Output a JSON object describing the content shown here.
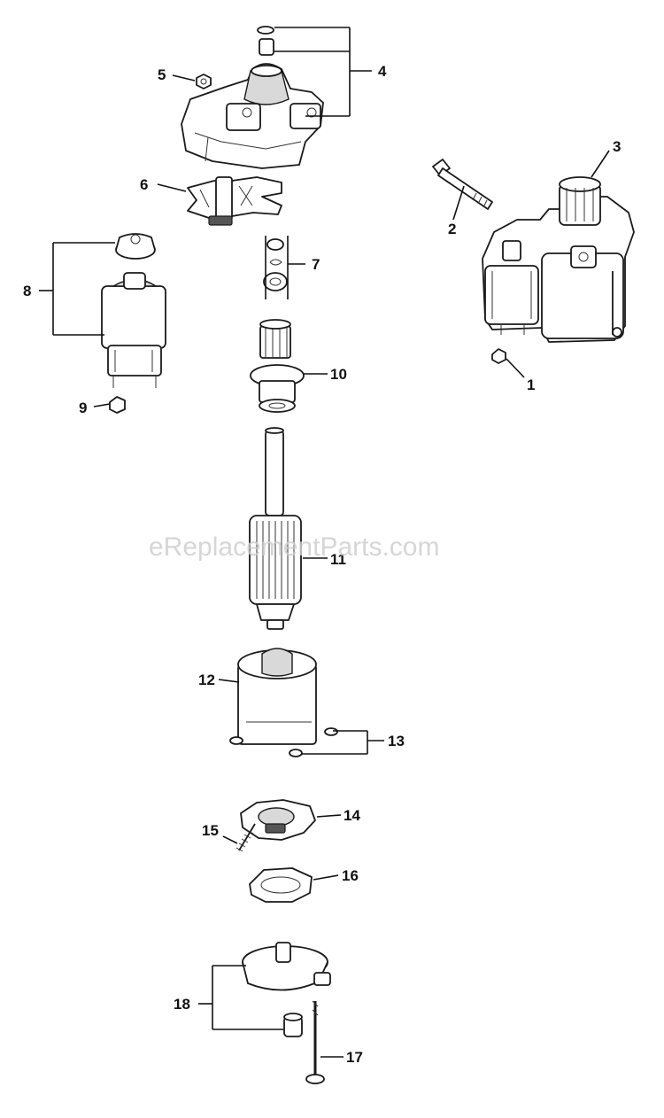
{
  "watermark": "eReplacementParts.com",
  "callouts": {
    "c1": "1",
    "c2": "2",
    "c3": "3",
    "c4": "4",
    "c5": "5",
    "c6": "6",
    "c7": "7",
    "c8": "8",
    "c9": "9",
    "c10": "10",
    "c11": "11",
    "c12": "12",
    "c13": "13",
    "c14": "14",
    "c15": "15",
    "c16": "16",
    "c17": "17",
    "c18": "18"
  }
}
